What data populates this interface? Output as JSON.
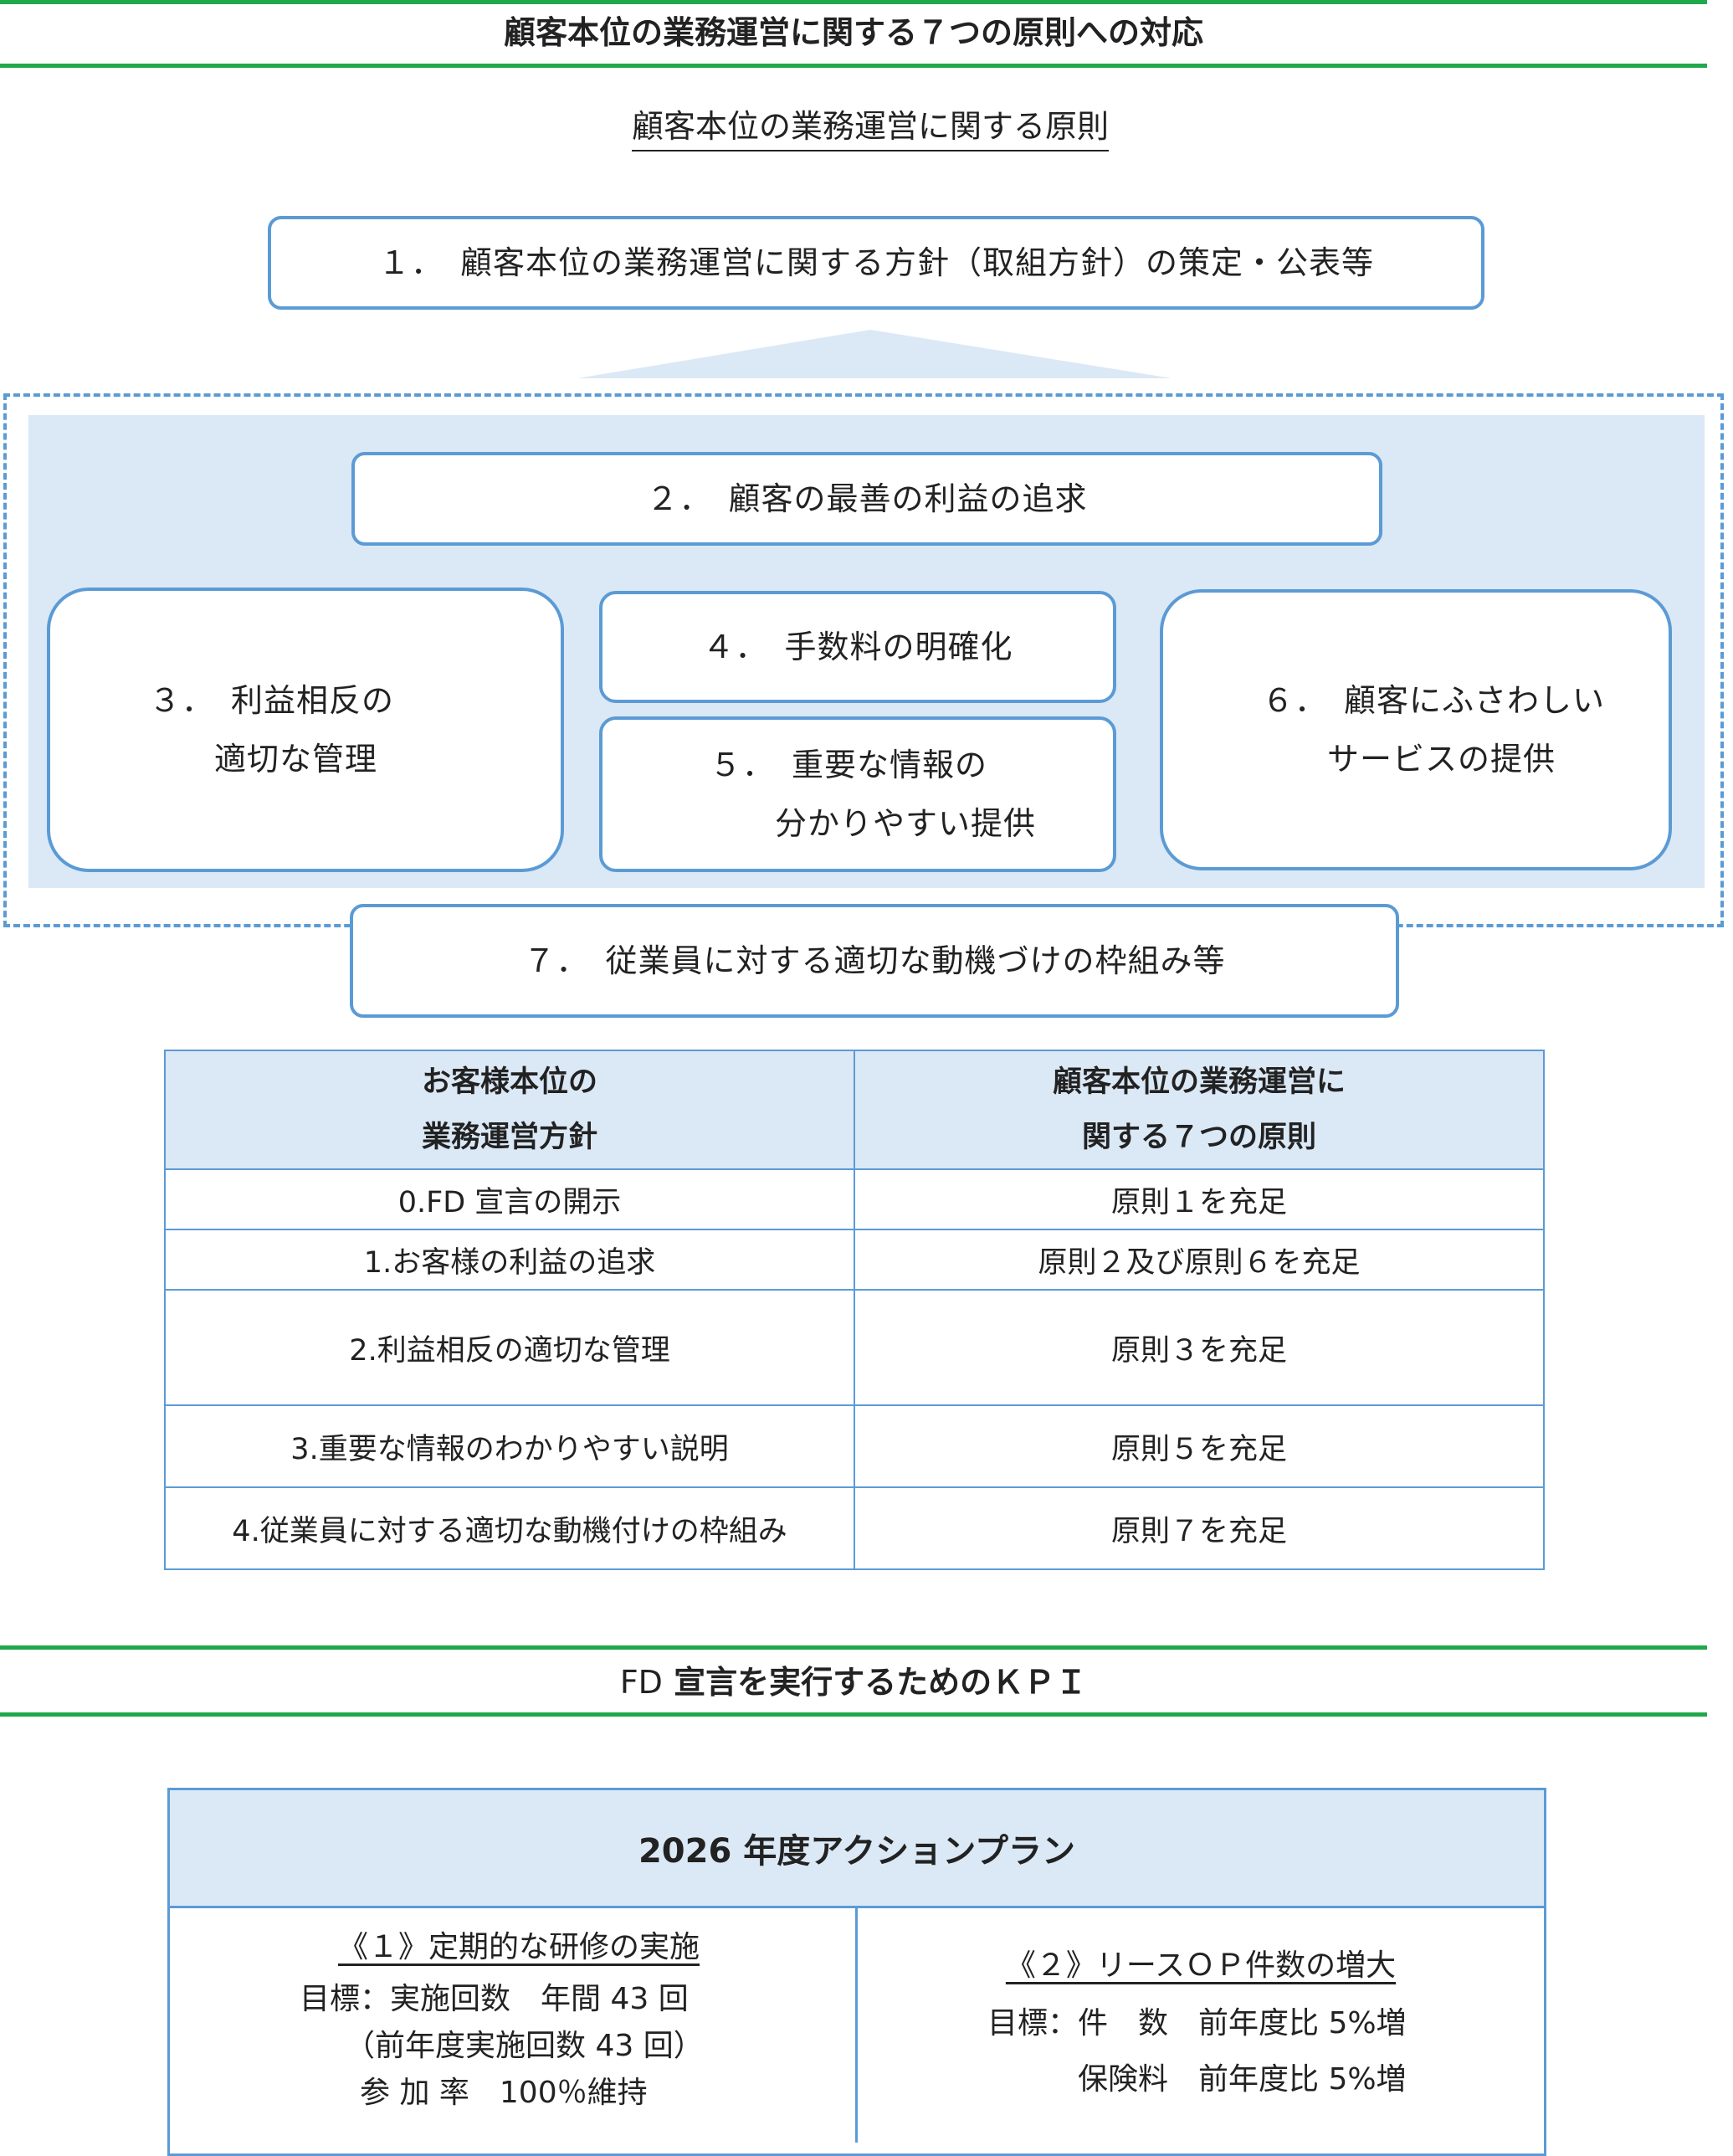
{
  "section1": {
    "title": "顧客本位の業務運営に関する７つの原則への対応",
    "subtitle": "顧客本位の業務運営に関する原則"
  },
  "principles": {
    "p1": "１．　顧客本位の業務運営に関する方針（取組方針）の策定・公表等",
    "p2": "２．　顧客の最善の利益の追求",
    "p3": "３．　利益相反の\n　　適切な管理",
    "p4": "４．　手数料の明確化",
    "p5": "５．　重要な情報の\n　　分かりやすい提供",
    "p6": "６．　顧客にふさわしい\n　　サービスの提供",
    "p7": "７．　従業員に対する適切な動機づけの枠組み等"
  },
  "table": {
    "headers": [
      "お客様本位の\n業務運営方針",
      "顧客本位の業務運営に\n関する７つの原則"
    ],
    "rows": [
      [
        "0.FD 宣言の開示",
        "原則１を充足"
      ],
      [
        "1.お客様の利益の追求",
        "原則２及び原則６を充足"
      ],
      [
        "2.利益相反の適切な管理",
        "原則３を充足"
      ],
      [
        "3.重要な情報のわかりやすい説明",
        "原則５を充足"
      ],
      [
        "4.従業員に対する適切な動機付けの枠組み",
        "原則７を充足"
      ]
    ]
  },
  "section2": {
    "title_prefix": "FD",
    "title_rest": " 宣言を実行するためのＫＰＩ"
  },
  "plan": {
    "title": "2026 年度アクションプラン",
    "left": {
      "heading": "《１》定期的な研修の実施",
      "lines": [
        "目標：実施回数　年間 43 回",
        "　　（前年度実施回数 43 回）",
        "　　参 加 率　100％維持"
      ]
    },
    "right": {
      "heading": "《２》リースＯＰ件数の増大",
      "lines": [
        "目標：件　数　前年度比 5%増",
        "　　　保険料　前年度比 5%増"
      ]
    }
  },
  "colors": {
    "green_rule": "#20a84a",
    "box_border": "#5b9bd5",
    "panel_fill": "#dbe8f6"
  }
}
